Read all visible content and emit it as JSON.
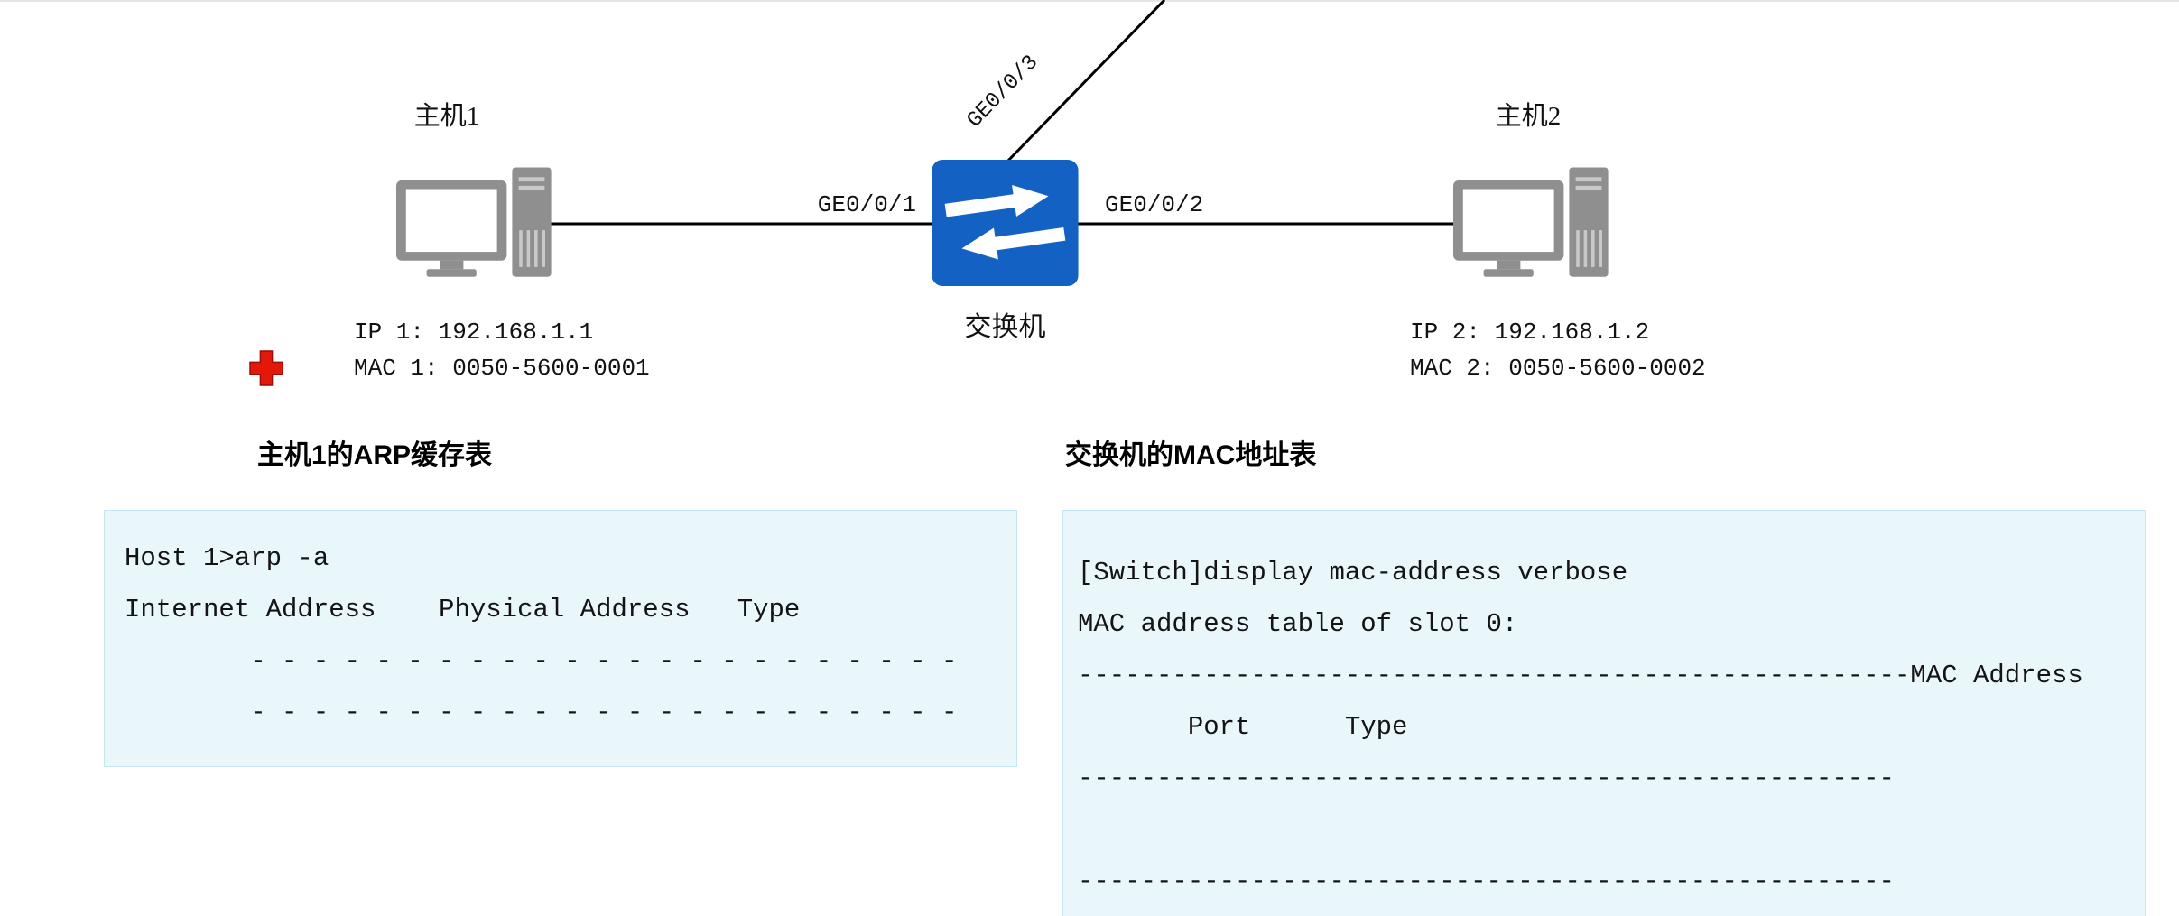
{
  "topology": {
    "host1": {
      "label": "主机1",
      "ip": "IP 1: 192.168.1.1",
      "mac": "MAC 1: 0050-5600-0001"
    },
    "host2": {
      "label": "主机2",
      "ip": "IP 2: 192.168.1.2",
      "mac": "MAC 2: 0050-5600-0002"
    },
    "switch": {
      "label": "交换机"
    },
    "ports": {
      "p1": "GE0/0/1",
      "p2": "GE0/0/2",
      "p3": "GE0/0/3"
    }
  },
  "arp_panel": {
    "title": "主机1的ARP缓存表",
    "lines": [
      "Host 1>arp -a",
      "Internet Address    Physical Address   Type",
      "        - - - - - - - - - - - - - - - - - - - - - - -",
      "        - - - - - - - - - - - - - - - - - - - - - - -"
    ]
  },
  "mac_panel": {
    "title": "交换机的MAC地址表",
    "lines": [
      "[Switch]display mac-address verbose",
      "MAC address table of slot 0:",
      "-----------------------------------------------------MAC Address",
      "       Port      Type",
      "----------------------------------------------------",
      "",
      "----------------------------------------------------"
    ]
  },
  "colors": {
    "switch_blue": "#1461c4",
    "device_gray": "#8f8f8f",
    "panel_bg": "#e9f7fb",
    "panel_border": "#c5e6f0",
    "cross_red": "#e3170a",
    "line_black": "#000000"
  }
}
